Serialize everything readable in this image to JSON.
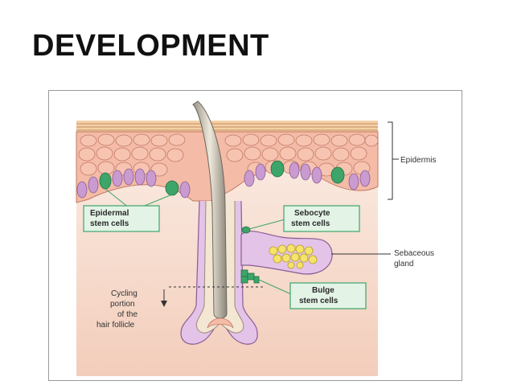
{
  "slide": {
    "title": "DEVELOPMENT"
  },
  "labels": {
    "epidermis": "Epidermis",
    "epidermal_stem_cells": [
      "Epidermal",
      "stem cells"
    ],
    "sebocyte_stem_cells": [
      "Sebocyte",
      "stem cells"
    ],
    "sebaceous_gland": [
      "Sebaceous",
      "gland"
    ],
    "bulge_stem_cells": [
      "Bulge",
      "stem cells"
    ],
    "cycling_portion": [
      "Cycling",
      "portion",
      "of the",
      "hair follicle"
    ]
  },
  "colors": {
    "dermis": "#f7e0d2",
    "epidermis_cell": "#f2b6a2",
    "basal_cell": "#c99bd0",
    "stem_cell": "#3da56a",
    "label_box_fill": "#e3f3e6",
    "label_box_border": "#3da56a",
    "sebaceous_fill": "#f6e36a",
    "hair_shaft": "#d8cdb4"
  }
}
